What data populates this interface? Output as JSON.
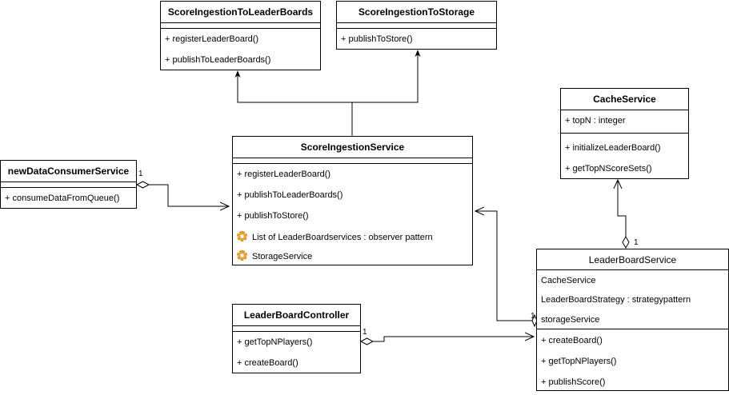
{
  "classes": {
    "score_to_leaderboards": {
      "name": "ScoreIngestionToLeaderBoards",
      "methods": [
        "+ registerLeaderBoard()",
        "+ publishToLeaderBoards()"
      ]
    },
    "score_to_storage": {
      "name": "ScoreIngestionToStorage",
      "methods": [
        "+ publishToStore()"
      ]
    },
    "cache_service": {
      "name": "CacheService",
      "attributes": [
        "+ topN : integer"
      ],
      "methods": [
        "+ initializeLeaderBoard()",
        "+ getTopNScoreSets()"
      ]
    },
    "new_data_consumer": {
      "name": "newDataConsumerService",
      "methods": [
        "+ consumeDataFromQueue()"
      ]
    },
    "score_ingestion_service": {
      "name": "ScoreIngestionService",
      "methods": [
        "+ registerLeaderBoard()",
        "+ publishToLeaderBoards()",
        "+ publishToStore()"
      ],
      "attributes": [
        "List of LeaderBoardservices : observer pattern",
        "StorageService"
      ]
    },
    "leaderboard_controller": {
      "name": "LeaderBoardController",
      "methods": [
        "+ getTopNPlayers()",
        "+ createBoard()"
      ]
    },
    "leaderboard_service": {
      "name": "LeaderBoardService",
      "attributes": [
        "CacheService",
        "LeaderBoardStrategy : strategypattern",
        "storageService"
      ],
      "methods": [
        "+ createBoard()",
        "+ getTopNPlayers()",
        "+ publishScore()"
      ]
    }
  },
  "multiplicities": {
    "consumer_to_ingestion": "1",
    "controller_to_service": "1",
    "service_to_cache": "1",
    "service_to_ingestion": "1"
  },
  "icons": {
    "attribute_icon": "gear-icon"
  }
}
